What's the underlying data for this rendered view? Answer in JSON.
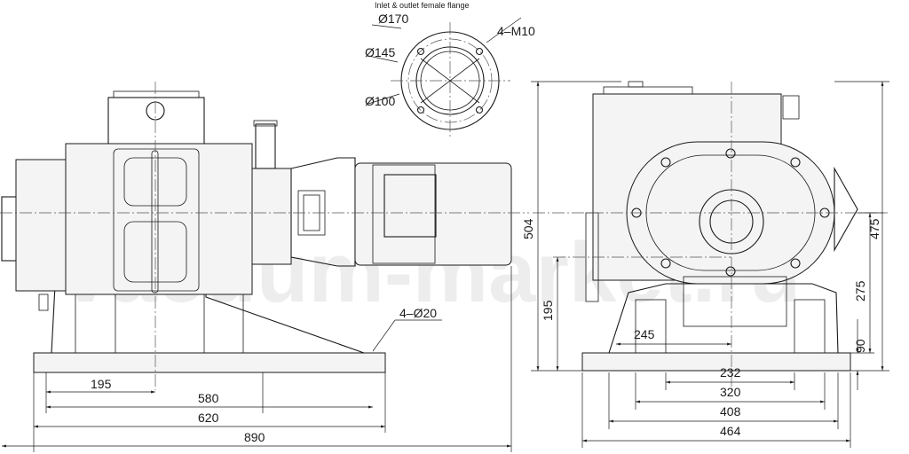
{
  "caption": "Inlet & outlet female flange",
  "watermark": "vacuum-market.ru",
  "flange": {
    "d170": "Ø170",
    "d145": "Ø145",
    "d100": "Ø100",
    "bolts": "4–M10"
  },
  "side_view": {
    "holes": "4–Ø20",
    "dim_195": "195",
    "dim_580": "580",
    "dim_620": "620",
    "dim_890": "890"
  },
  "end_view": {
    "dim_504": "504",
    "dim_195": "195",
    "dim_245": "245",
    "dim_475": "475",
    "dim_275": "275",
    "dim_90": "90",
    "dim_232": "232",
    "dim_320": "320",
    "dim_408": "408",
    "dim_464": "464"
  }
}
